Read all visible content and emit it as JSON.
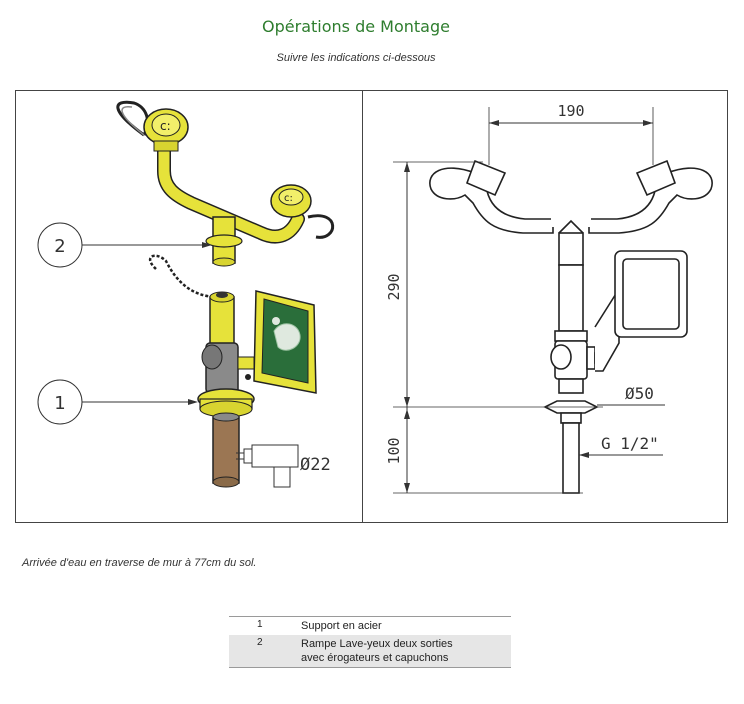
{
  "header": {
    "title": "Opérations de Montage",
    "subtitle": "Suivre les indications ci-dessous"
  },
  "left_diagram": {
    "callout_1": "1",
    "callout_2": "2",
    "pipe_diameter": "Ø22"
  },
  "right_diagram": {
    "width_dim": "190",
    "height_dim": "290",
    "base_dim": "100",
    "diameter_label": "Ø50",
    "thread_label": "G 1/2\""
  },
  "note": "Arrivée d'eau  en traverse de mur à 77cm du sol.",
  "legend": {
    "items": [
      {
        "num": "1",
        "lines": [
          "Support en acier"
        ]
      },
      {
        "num": "2",
        "lines": [
          "Rampe Lave-yeux deux sorties",
          "avec érogateurs et capuchons"
        ]
      }
    ]
  },
  "colors": {
    "title": "#2e7d2e",
    "yellow": "#e6e23a",
    "sign_green": "#2a6e3a",
    "steel": "#9a9a9a"
  }
}
